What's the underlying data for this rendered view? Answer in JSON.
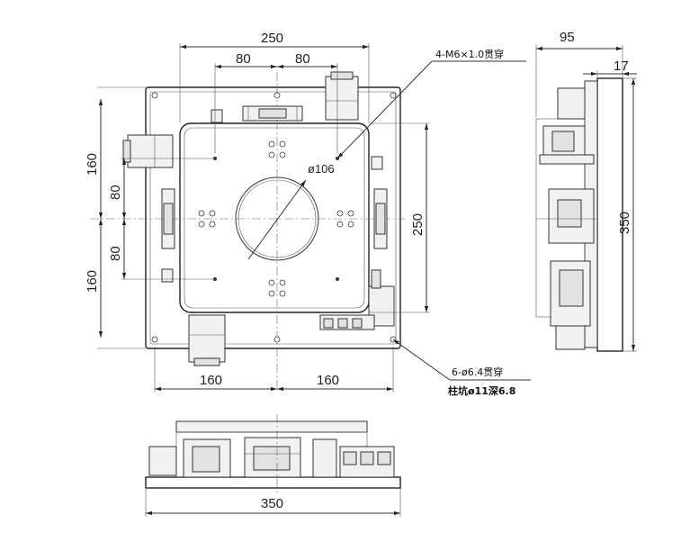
{
  "dimensions": {
    "top_width": "250",
    "top_left_80": "80",
    "top_right_80": "80",
    "left_160_upper": "160",
    "left_80_upper": "80",
    "left_80_lower": "80",
    "left_160_lower": "160",
    "right_250": "250",
    "bottom_left_160": "160",
    "bottom_right_160": "160",
    "center_bore": "ø106",
    "side_depth": "95",
    "side_thickness": "17",
    "side_height": "350",
    "front_width": "350"
  },
  "notes": {
    "tapped_holes": "4-M6×1.0贯穿",
    "through_holes_line1": "6-ø6.4贯穿",
    "through_holes_line2": "柱坑ø11深6.8"
  }
}
